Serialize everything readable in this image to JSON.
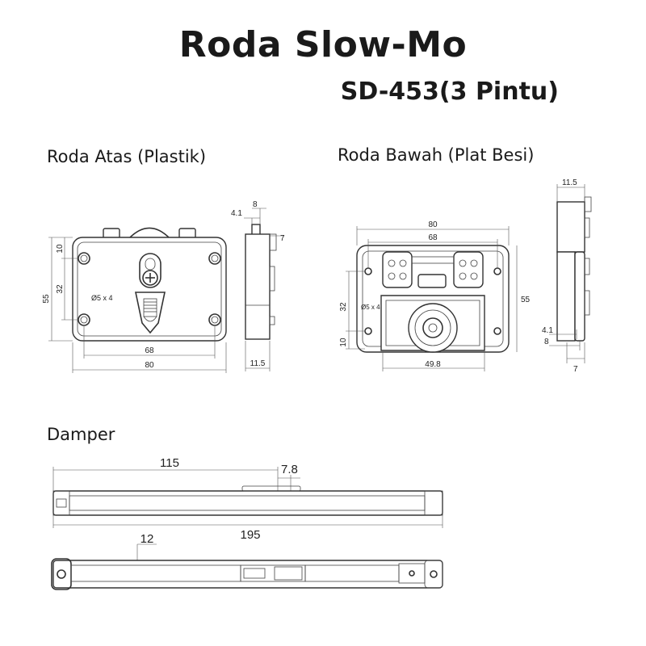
{
  "header": {
    "title": "Roda Slow-Mo",
    "subtitle": "SD-453(3 Pintu)"
  },
  "sections": {
    "top_wheel": "Roda Atas (Plastik)",
    "bottom_wheel": "Roda Bawah (Plat Besi)",
    "damper": "Damper"
  },
  "top_wheel_dims": {
    "width_outer": "80",
    "width_holes": "68",
    "height_outer": "55",
    "height_holes": "32",
    "edge_offset": "10",
    "hole_spec": "Ø5 x 4",
    "side_a": "4.1",
    "side_b": "8",
    "side_c": "7",
    "side_depth": "11.5"
  },
  "bottom_wheel_dims": {
    "width_outer": "80",
    "width_holes": "68",
    "height_outer": "55",
    "height_holes": "32",
    "edge_offset": "10",
    "hole_spec": "Ø5 x 4",
    "wheel_width": "49.8",
    "side_depth": "11.5",
    "side_a": "4.1",
    "side_b": "8",
    "side_c": "7"
  },
  "damper_dims": {
    "stroke": "115",
    "offset": "7.8",
    "length": "195",
    "height": "12"
  }
}
